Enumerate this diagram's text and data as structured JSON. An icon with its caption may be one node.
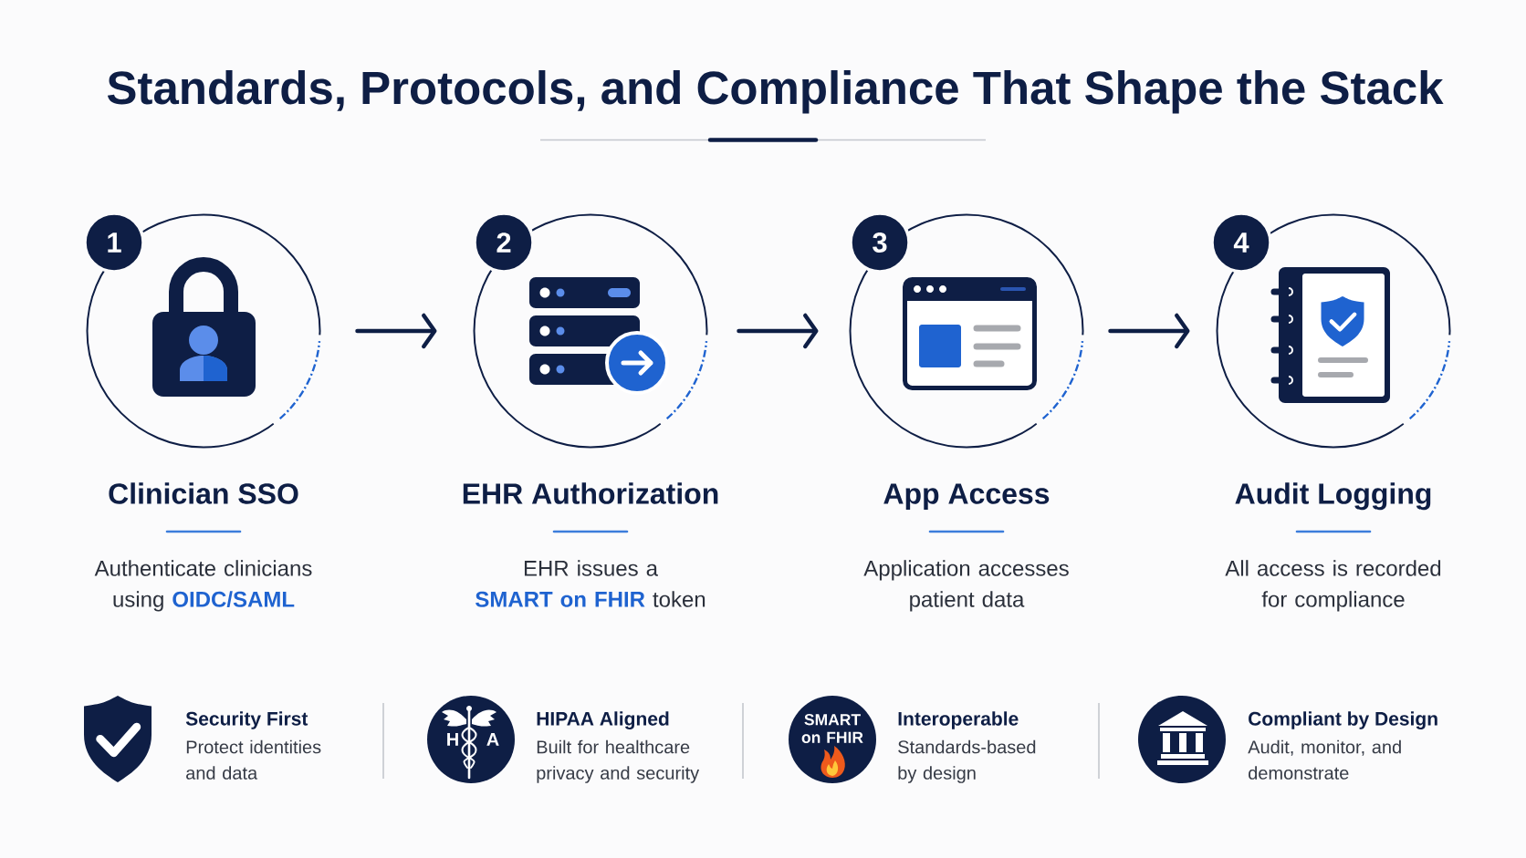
{
  "diagram": {
    "title": "Standards, Protocols, and Compliance That Shape the Stack",
    "nodes": [
      {
        "text": [
          "1"
        ]
      },
      {
        "text": [
          "Clinician SSO",
          "Authenticate clinicians using **OIDC/SAML**"
        ]
      },
      {
        "text": [
          "2"
        ]
      },
      {
        "text": [
          "EHR Authorization",
          "EHR issues a **SMART on FHIR** token"
        ]
      },
      {
        "text": [
          "3"
        ]
      },
      {
        "text": [
          "App Access",
          "Application accesses patient data"
        ]
      },
      {
        "text": [
          "4"
        ]
      },
      {
        "text": [
          "Audit Logging",
          "All access is recorded for compliance"
        ]
      },
      {
        "text": [],
        "shape": "shield",
        "beside": [
          "Security First",
          "Protect identities and data"
        ]
      },
      {
        "text": [
          "H",
          "A"
        ],
        "beside": [
          "HIPAA Aligned",
          "Built for healthcare privacy and security"
        ]
      },
      {
        "text": [
          "SMART on FHIR"
        ],
        "beside": [
          "Interoperable",
          "Standards-based by design"
        ]
      },
      {
        "text": [],
        "shape": "circle",
        "beside": [
          "Compliant by Design",
          "Audit, monitor, and demonstrate"
        ]
      }
    ],
    "edges": [
      {
        "from": 1,
        "to": 3,
        "arrow": "to"
      },
      {
        "from": 3,
        "to": 5,
        "arrow": "to"
      },
      {
        "from": 5,
        "to": 7,
        "arrow": "to"
      }
    ]
  }
}
